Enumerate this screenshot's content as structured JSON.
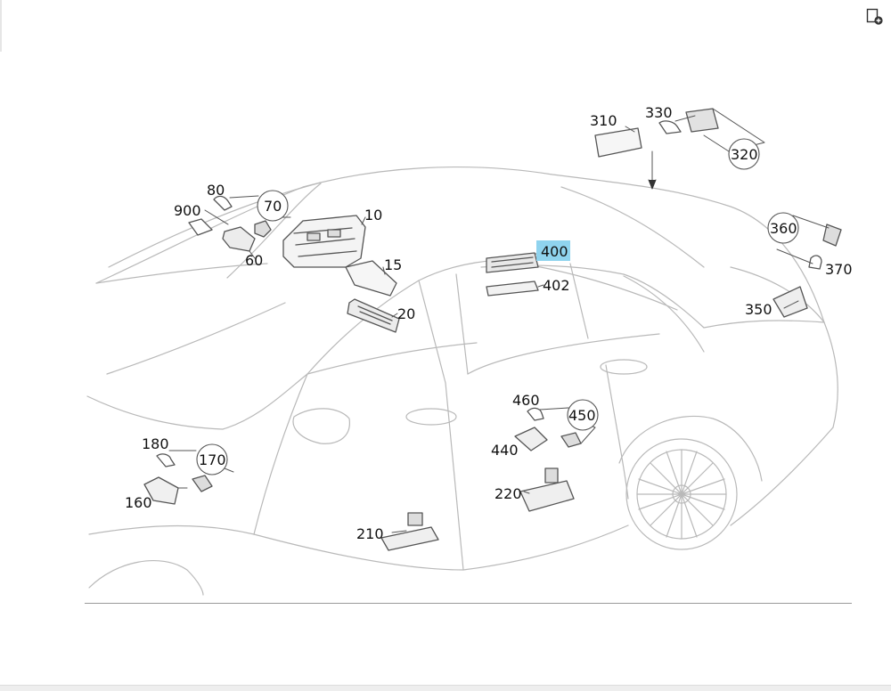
{
  "toolbar": {
    "icon": "page-add-icon"
  },
  "diagram": {
    "highlight_color": "#8fd3ee",
    "callouts": {
      "c10": "10",
      "c15": "15",
      "c20": "20",
      "c60": "60",
      "c70": "70",
      "c80": "80",
      "c900": "900",
      "c160": "160",
      "c170": "170",
      "c180": "180",
      "c210": "210",
      "c220": "220",
      "c310": "310",
      "c320": "320",
      "c330": "330",
      "c350": "350",
      "c360": "360",
      "c370": "370",
      "c400": "400",
      "c402": "402",
      "c440": "440",
      "c450": "450",
      "c460": "460"
    }
  }
}
